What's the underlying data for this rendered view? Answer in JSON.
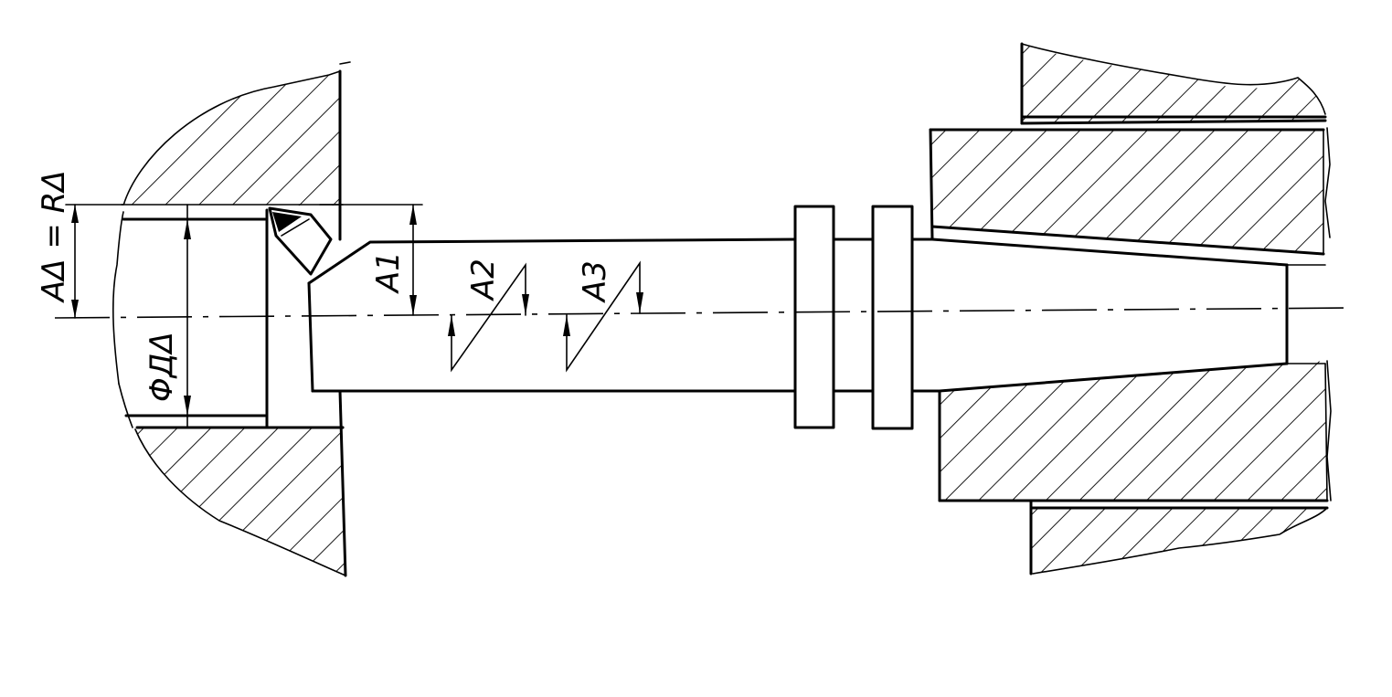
{
  "labels": {
    "a_delta_r_delta": "AΔ = RΔ",
    "phi_d_delta": "ΦДΔ",
    "a1": "A1",
    "a2": "A2",
    "a3": "A3"
  }
}
